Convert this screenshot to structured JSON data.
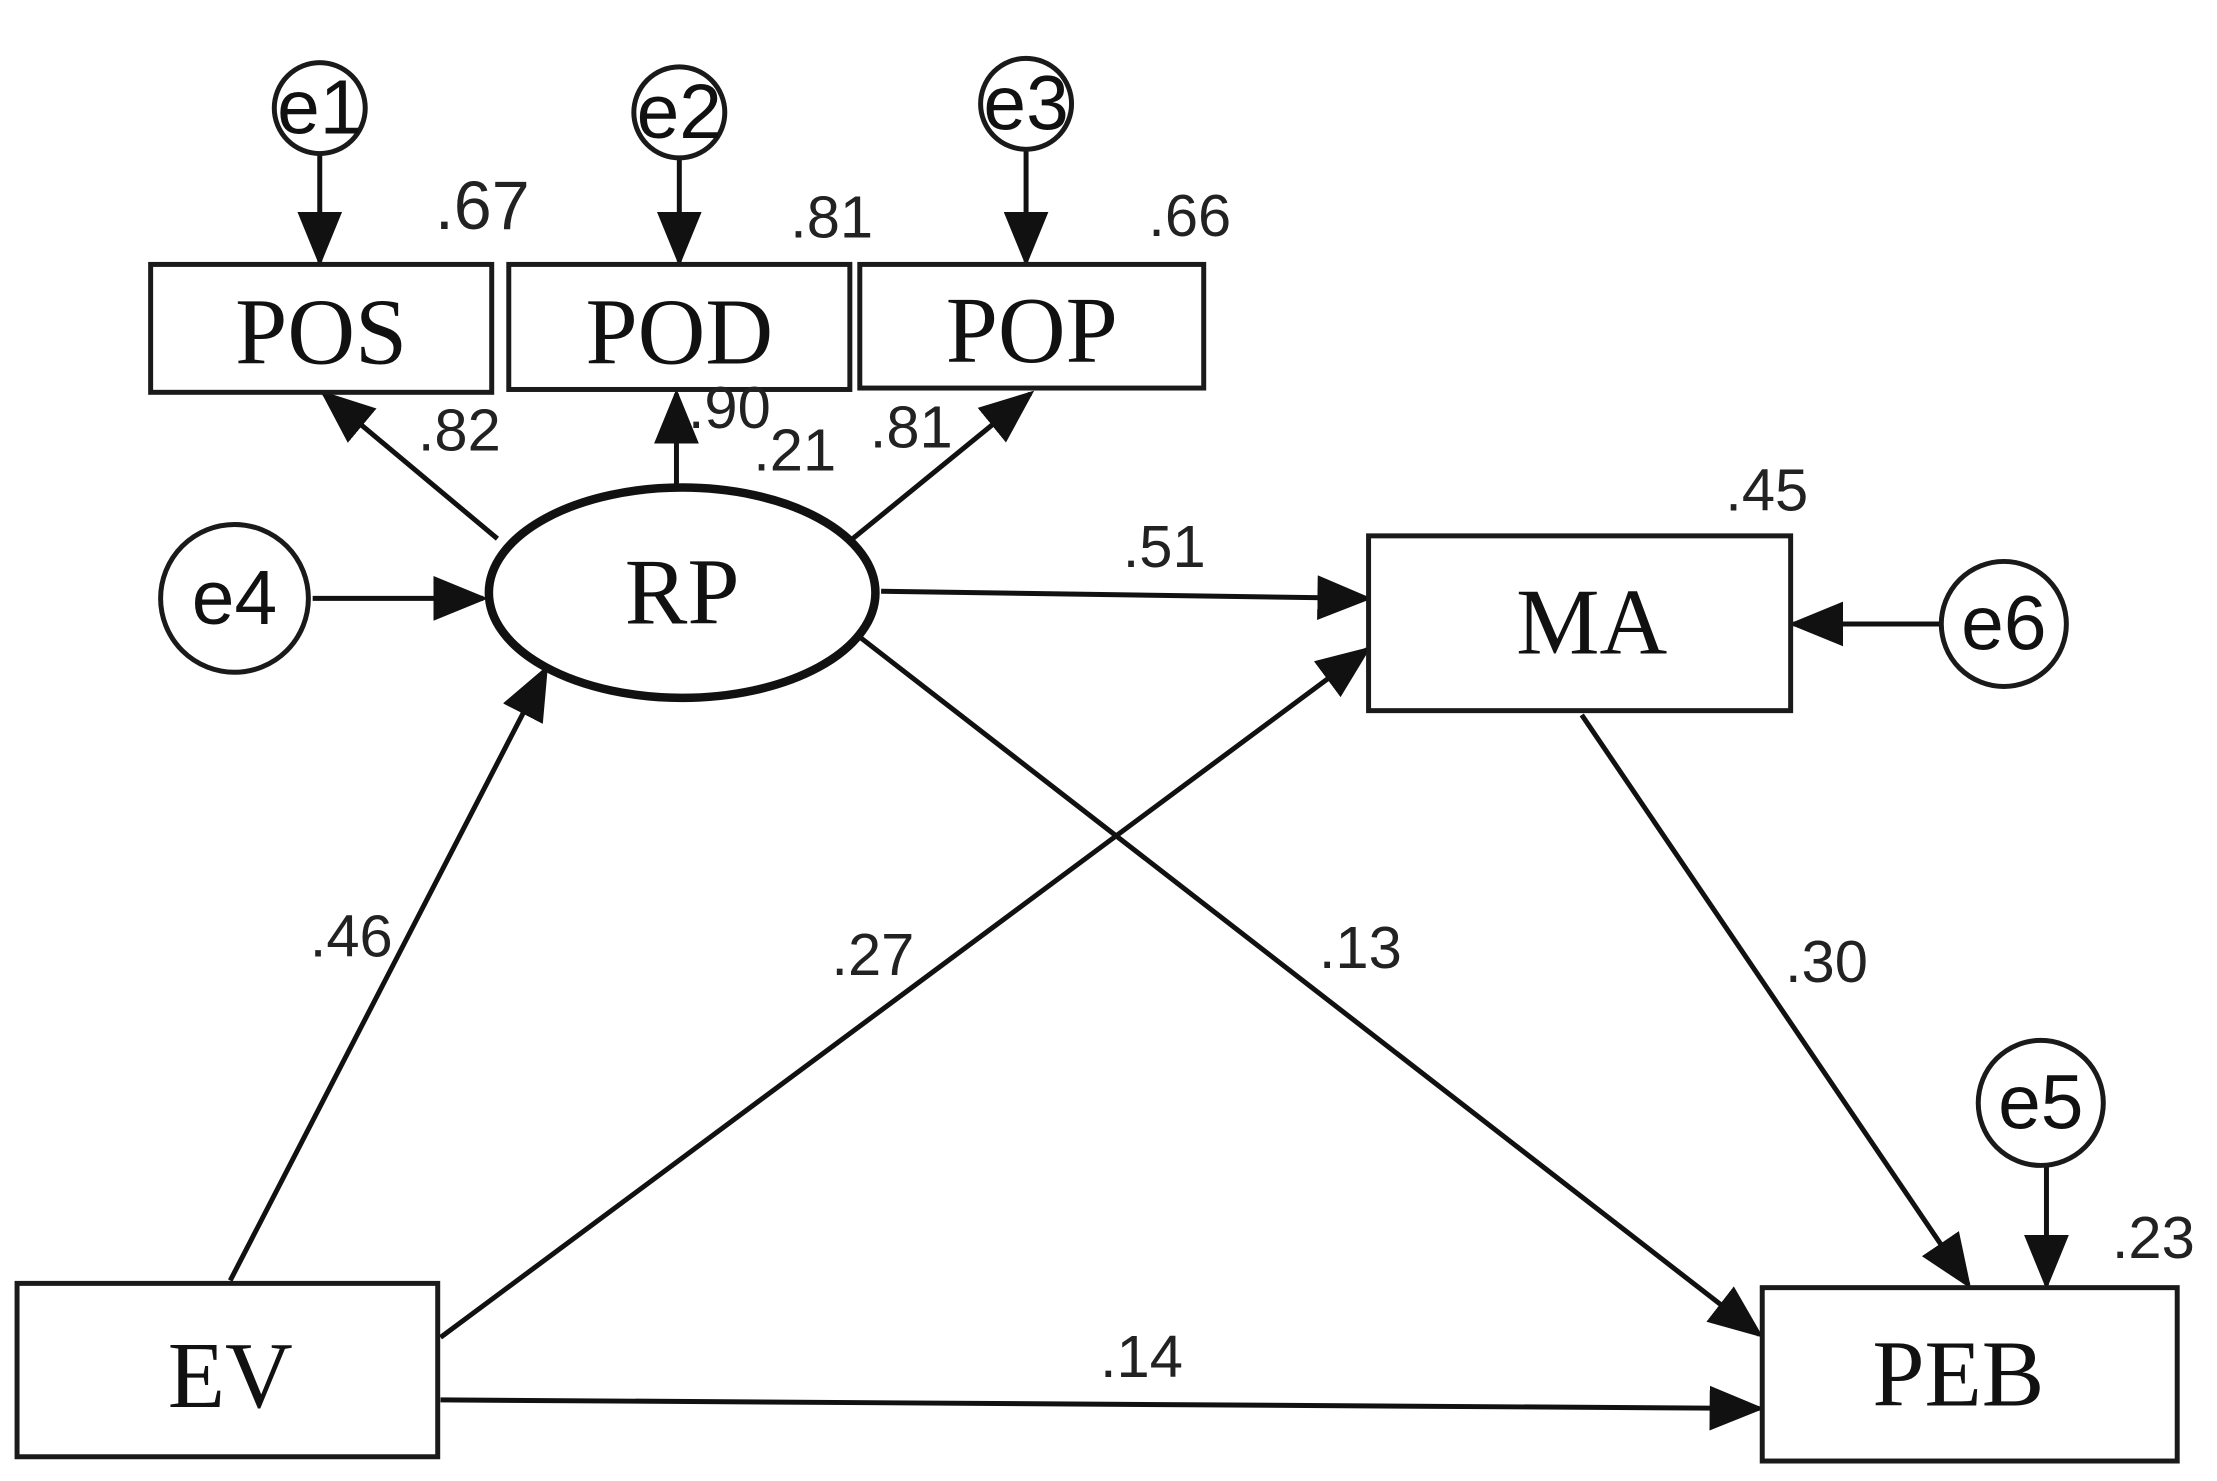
{
  "nodes": {
    "POS": "POS",
    "POD": "POD",
    "POP": "POP",
    "RP": "RP",
    "MA": "MA",
    "EV": "EV",
    "PEB": "PEB"
  },
  "errors": {
    "e1": "e1",
    "e2": "e2",
    "e3": "e3",
    "e4": "e4",
    "e5": "e5",
    "e6": "e6"
  },
  "r_squared": {
    "POS": ".67",
    "POD": ".81",
    "POP": ".66",
    "RP": ".21",
    "MA": ".45",
    "PEB": ".23"
  },
  "paths": {
    "RP_POS": ".82",
    "RP_POD": ".90",
    "RP_POP": ".81",
    "RP_MA": ".51",
    "RP_PEB": ".13",
    "EV_RP": ".46",
    "EV_MA": ".27",
    "EV_PEB": ".14",
    "MA_PEB": ".30"
  }
}
